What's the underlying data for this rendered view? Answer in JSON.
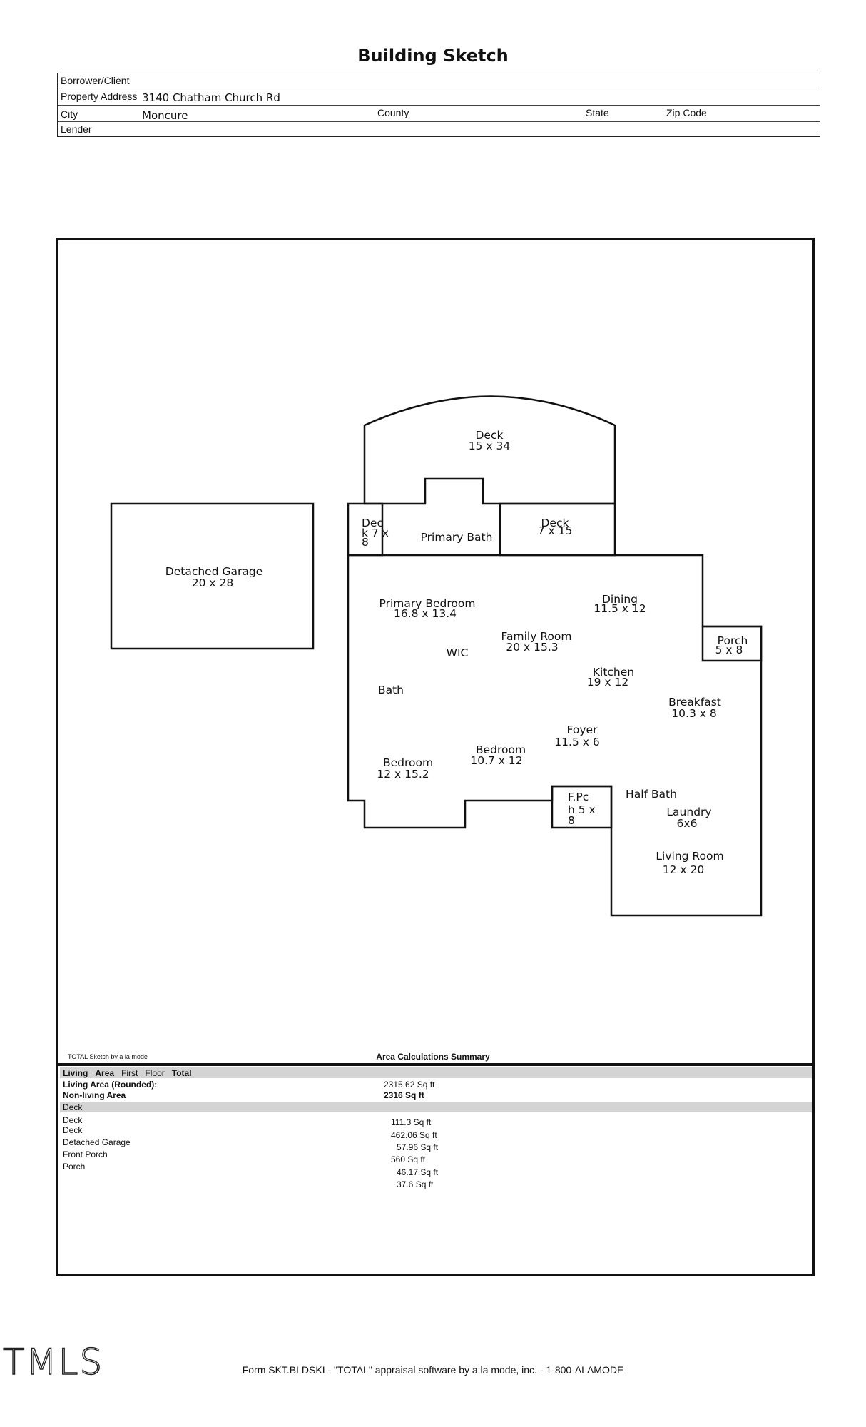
{
  "header": {
    "title": "Building Sketch",
    "borrower_label": "Borrower/Client",
    "borrower_value": "",
    "address_label": "Property Address",
    "address_value": "3140 Chatham Church Rd",
    "city_label": "City",
    "city_value": "Moncure",
    "county_label": "County",
    "state_label": "State",
    "zip_label": "Zip Code",
    "lender_label": "Lender"
  },
  "sketch": {
    "deck_top": {
      "name": "Deck",
      "dims": "15 x 34"
    },
    "deck_small_a": {
      "l1": "Dec",
      "l2": "k  7 x",
      "l3": "8"
    },
    "primary_bath": "Primary Bath",
    "deck_right": {
      "name": "Deck",
      "dims": "7 x 15"
    },
    "detached_garage": {
      "name": "Detached Garage",
      "dims": "20 x 28"
    },
    "primary_bedroom": {
      "name": "Primary Bedroom",
      "dims": "16.8 x 13.4"
    },
    "dining": {
      "name": "Dining",
      "dims": "11.5 x 12"
    },
    "porch": {
      "name": "Porch",
      "dims": "5 x 8"
    },
    "family_room": {
      "name": "Family Room",
      "dims": "20 x 15.3"
    },
    "wic": "WIC",
    "kitchen": {
      "name": "Kitchen",
      "dims": "19 x 12"
    },
    "bath": "Bath",
    "breakfast": {
      "name": "Breakfast",
      "dims": "10.3 x 8"
    },
    "foyer": {
      "name": "Foyer",
      "dims": "11.5 x 6"
    },
    "bedroom_1": {
      "name": "Bedroom",
      "dims": "10.7 x 12"
    },
    "bedroom_2": {
      "name": "Bedroom",
      "dims": "12 x 15.2"
    },
    "front_porch_box": {
      "l1": "F.Pc",
      "l2": "h  5 x",
      "l3": "8"
    },
    "half_bath": "Half Bath",
    "laundry": {
      "name": "Laundry",
      "dims": "6x6"
    },
    "living_room": {
      "name": "Living Room",
      "dims": "12 x 20"
    }
  },
  "area": {
    "credit": "TOTAL Sketch by a la mode",
    "title": "Area Calculations Summary",
    "head": {
      "living": "Living",
      "area": "Area",
      "first": "First",
      "floor": "Floor",
      "total": "Total"
    },
    "living_rounded_label": "Living Area (Rounded):",
    "non_living_label": "Non-living Area",
    "first_floor_value": "2315.62 Sq ft",
    "rounded_value": "2316 Sq ft",
    "deck_band_label": "Deck",
    "items": [
      "Deck",
      "Deck",
      "Detached Garage",
      "Front Porch",
      "Porch"
    ],
    "values": [
      "111.3 Sq ft",
      "462.06 Sq ft",
      "57.96 Sq ft",
      "560 Sq ft",
      "46.17 Sq ft",
      "37.6 Sq ft"
    ]
  },
  "footer": {
    "form_text": "Form SKT.BLDSKI - \"TOTAL\" appraisal software by a la mode, inc. - 1-800-ALAMODE",
    "logo_text": "TMLS"
  }
}
